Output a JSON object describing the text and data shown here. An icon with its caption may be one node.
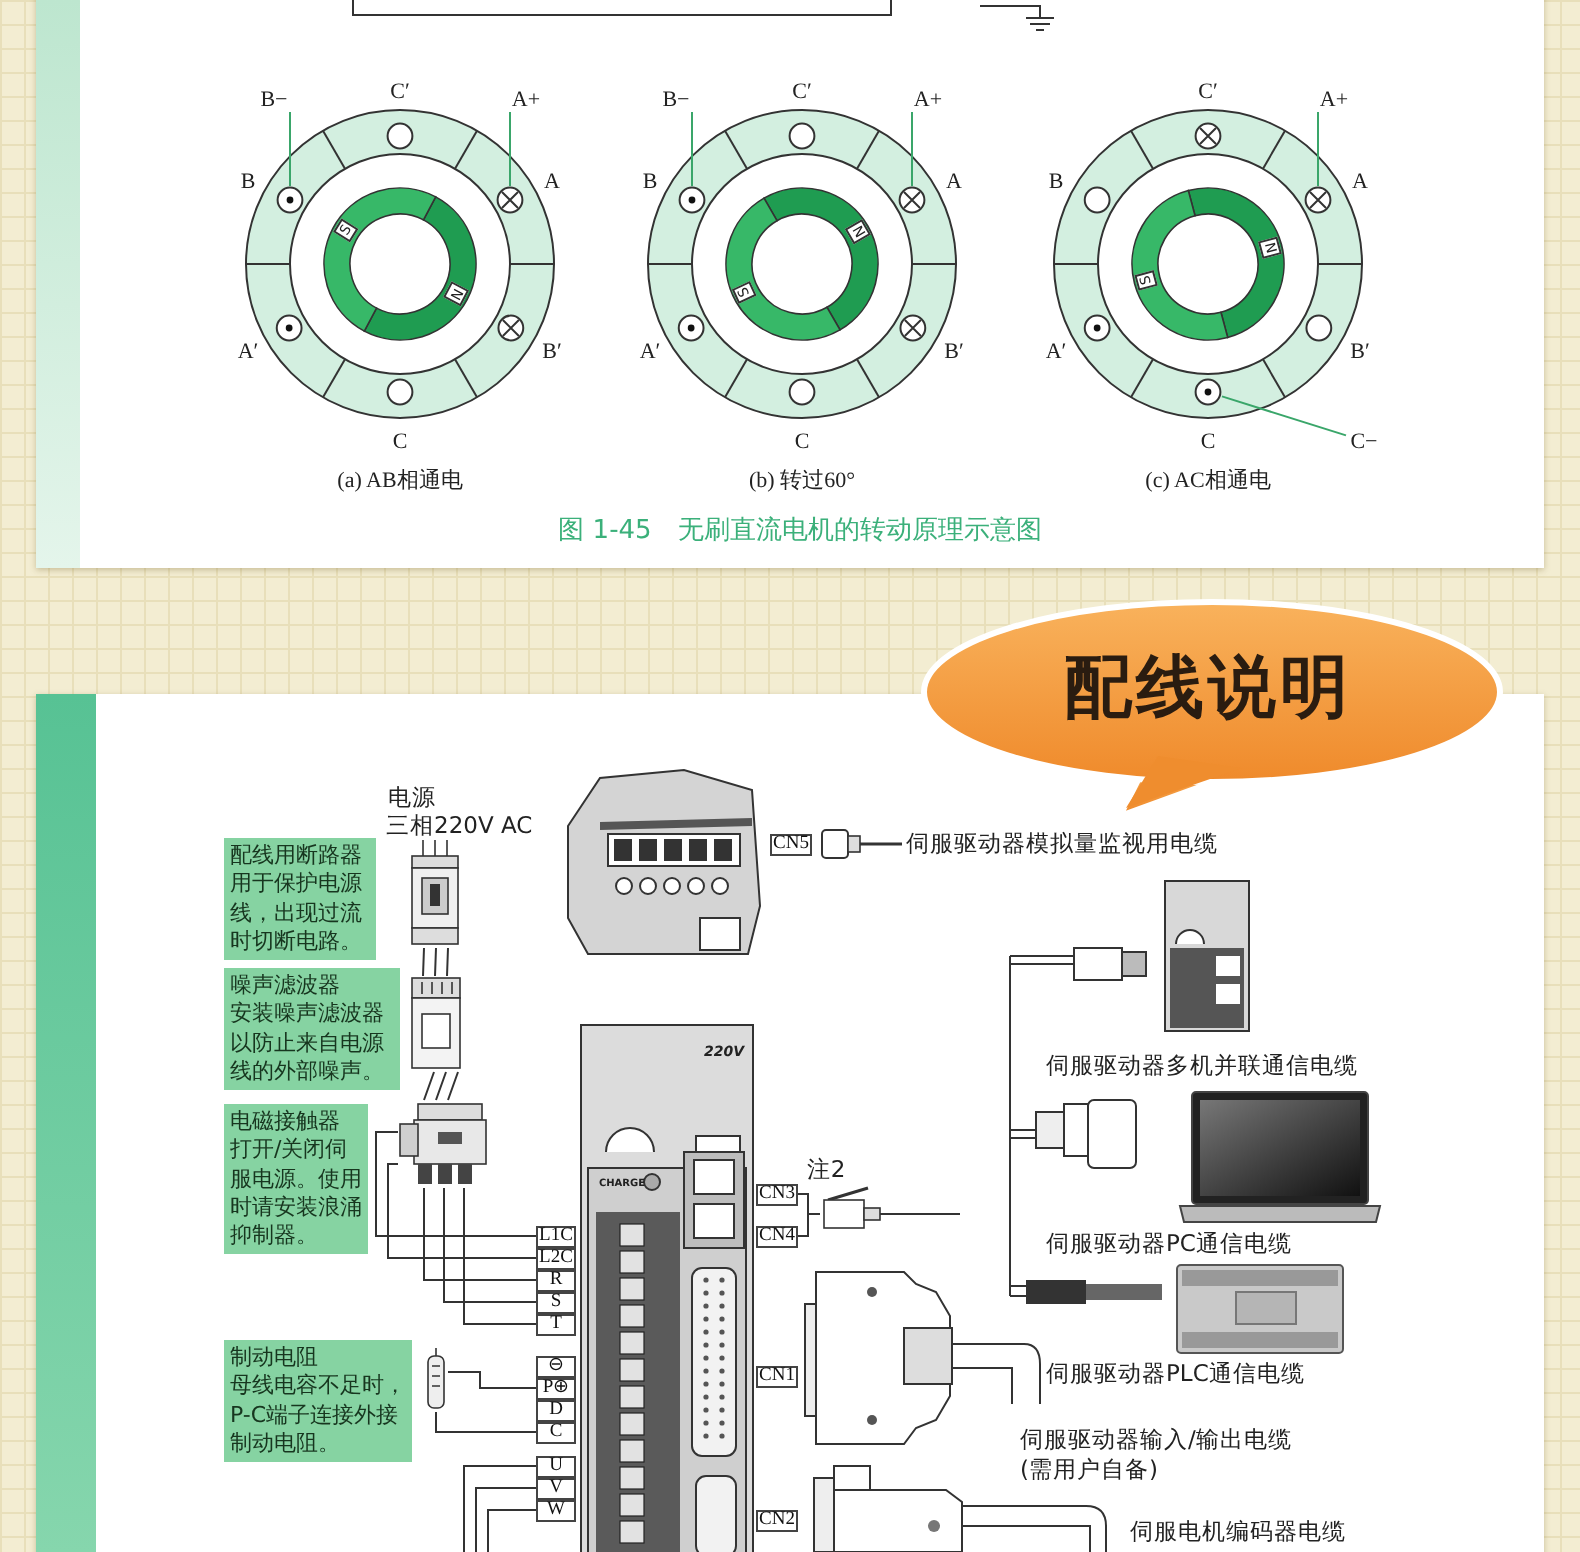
{
  "diagram": {
    "nodes": [
      {
        "text": [
          "B−"
        ]
      },
      {
        "text": [],
        "shape": "circle"
      },
      {
        "text": [
          "A+"
        ]
      },
      {
        "text": [],
        "shape": "circle"
      },
      {
        "text": [
          "B−"
        ]
      },
      {
        "text": [],
        "shape": "circle"
      },
      {
        "text": [
          "A+"
        ]
      },
      {
        "text": [],
        "shape": "circle"
      },
      {
        "text": [
          "A+"
        ]
      },
      {
        "text": [],
        "shape": "circle"
      },
      {
        "text": [
          "C−"
        ]
      },
      {
        "text": [],
        "shape": "circle"
      },
      {
        "text": [
          "配线说明"
        ]
      },
      {
        "text": [
          "配线用断路器",
          "用于保护电源线，出现过流时切断电路。"
        ]
      },
      {
        "text": [
          "噪声滤波器",
          "安装噪声滤波器以防止来自电源线的外部噪声。"
        ]
      },
      {
        "text": [
          "电磁接触器",
          "打开/关闭伺服电源。使用时请安装浪涌抑制器。"
        ]
      },
      {
        "text": [
          "制动电阻",
          "母线电容不足时，P-C端子连接外接制动电阻。"
        ]
      },
      {
        "text": [],
        "shape": "picture"
      },
      {
        "text": [],
        "shape": "picture"
      },
      {
        "text": [],
        "shape": "picture"
      },
      {
        "text": [],
        "shape": "picture"
      },
      {
        "text": [
          "CN5"
        ]
      },
      {
        "text": [
          "L1C"
        ]
      },
      {
        "text": [
          "L2C"
        ]
      },
      {
        "text": [
          "R"
        ]
      },
      {
        "text": [
          "S"
        ]
      },
      {
        "text": [
          "T"
        ]
      },
      {
        "text": [
          "⊖"
        ]
      },
      {
        "text": [
          "P⊕"
        ]
      },
      {
        "text": [
          "D"
        ]
      },
      {
        "text": [
          "C"
        ]
      },
      {
        "text": [
          "U"
        ]
      },
      {
        "text": [
          "V"
        ]
      },
      {
        "text": [
          "W"
        ]
      },
      {
        "text": [
          "CN3"
        ]
      },
      {
        "text": [
          "CN4"
        ]
      },
      {
        "text": [],
        "shape": "picture"
      },
      {
        "text": [
          "CN1"
        ]
      },
      {
        "text": [
          "CN2"
        ]
      }
    ],
    "edges": [
      {
        "from": 0,
        "to": 1,
        "arrow": "none",
        "color": "#3aa66a"
      },
      {
        "from": 2,
        "to": 3,
        "arrow": "none",
        "color": "#3aa66a"
      },
      {
        "from": 4,
        "to": 5,
        "arrow": "none",
        "color": "#3aa66a"
      },
      {
        "from": 6,
        "to": 7,
        "arrow": "none",
        "color": "#3aa66a"
      },
      {
        "from": 8,
        "to": 9,
        "arrow": "none",
        "color": "#3aa66a"
      },
      {
        "from": 10,
        "to": 11,
        "arrow": "none",
        "color": "#3aa66a"
      },
      {
        "from": 17,
        "to": 18,
        "arrow": "none"
      },
      {
        "from": 18,
        "to": 19,
        "arrow": "none"
      },
      {
        "from": 19,
        "to": 22,
        "arrow": "none"
      },
      {
        "from": 19,
        "to": 23,
        "arrow": "none"
      },
      {
        "from": 19,
        "to": 24,
        "arrow": "none"
      },
      {
        "from": 19,
        "to": 25,
        "arrow": "none"
      },
      {
        "from": 19,
        "to": 26,
        "arrow": "none"
      },
      {
        "from": 20,
        "to": 28,
        "arrow": "none"
      },
      {
        "from": 20,
        "to": 30,
        "arrow": "none"
      },
      {
        "from": 31,
        "to": null,
        "arrow": "none"
      },
      {
        "from": 32,
        "to": null,
        "arrow": "none"
      },
      {
        "from": 33,
        "to": null,
        "arrow": "none"
      },
      {
        "from": 34,
        "to": 36,
        "arrow": "none"
      },
      {
        "from": 35,
        "to": 36,
        "arrow": "none"
      }
    ],
    "labels": [
      "C′",
      "B",
      "A",
      "S",
      "N",
      "A′",
      "B′",
      "C",
      "(a) AB相通电",
      "C′",
      "B",
      "A",
      "N",
      "S",
      "A′",
      "B′",
      "C",
      "(b) 转过60°",
      "C′",
      "B",
      "A",
      "N",
      "S",
      "A′",
      "B′",
      "C",
      "(c) AC相通电",
      "图 1-45　无刷直流电机的转动原理示意图",
      "电源",
      "三相220V AC",
      "伺服驱动器模拟量监视用电缆",
      "220V",
      "CHARGE",
      "注2",
      "伺服驱动器多机并联通信电缆",
      "伺服驱动器PC通信电缆",
      "伺服驱动器PLC通信电缆",
      "伺服驱动器输入/输出电缆",
      "(需用户自备)",
      "伺服电机编码器电缆"
    ]
  }
}
